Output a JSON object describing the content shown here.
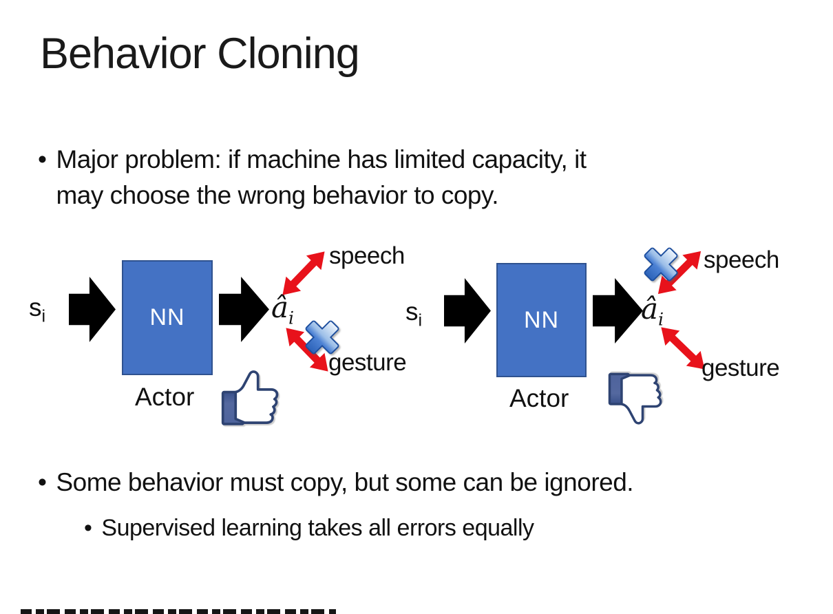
{
  "slide": {
    "title": "Behavior Cloning",
    "bullet_char": "•",
    "bullet1": {
      "lines": [
        "Major problem: if machine has limited capacity, it",
        "may choose the wrong behavior to copy."
      ]
    },
    "bullet2": "Some behavior must copy, but some can be ignored.",
    "sub_bullet": "Supervised learning takes all errors equally",
    "diagram": {
      "state_label": "s",
      "state_sub": "i",
      "nn_label": "NN",
      "action_label": "â",
      "action_sub": "i",
      "actor_label": "Actor",
      "speech_label": "speech",
      "gesture_label": "gesture"
    },
    "icons": {
      "left_feedback": "thumbs-up-icon",
      "right_feedback": "thumbs-down-icon",
      "ignored_behavior_marker": "blue-cross-icon",
      "relation_arrow": "red-double-arrow-icon",
      "flow_arrow": "black-flow-arrow-icon"
    },
    "colors": {
      "nn_box_fill": "#4472C4",
      "nn_box_border": "#2F528F",
      "arrow_red": "#E8121B",
      "flow_arrow_black": "#000000",
      "cross_blue": "#3C74CB",
      "thumb_outline": "#2E4372",
      "thumb_cuff_fill": "#50659E",
      "text_color": "#111111"
    }
  }
}
